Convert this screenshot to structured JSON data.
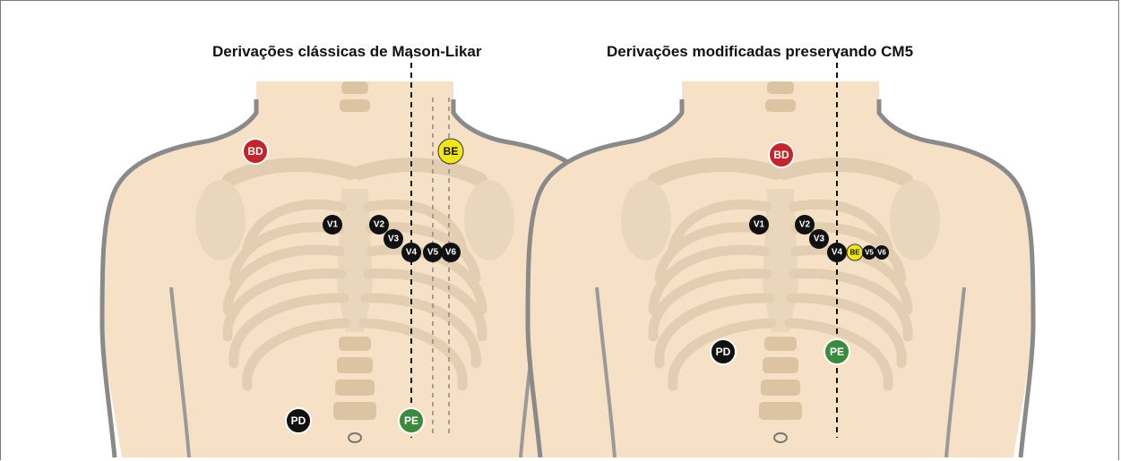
{
  "panels": {
    "left": {
      "title": "Derivações clássicas de Mason-Likar",
      "electrodes": {
        "bd": "BD",
        "be": "BE",
        "pd": "PD",
        "pe": "PE",
        "v1": "V1",
        "v2": "V2",
        "v3": "V3",
        "v4": "V4",
        "v5": "V5",
        "v6": "V6"
      }
    },
    "right": {
      "title": "Derivações modificadas preservando CM5",
      "electrodes": {
        "bd": "BD",
        "be": "BE",
        "pd": "PD",
        "pe": "PE",
        "v1": "V1",
        "v2": "V2",
        "v3": "V3",
        "v4": "V4",
        "v5": "V5",
        "v6": "V6"
      }
    }
  },
  "colors": {
    "skin": "#f7e1c6",
    "outline": "#8a8a8a",
    "bone": "#e8d6bc",
    "electrode_red": "#c0262b",
    "electrode_yellow": "#f1e61c",
    "electrode_green": "#3c8a3e",
    "electrode_black": "#111111"
  }
}
